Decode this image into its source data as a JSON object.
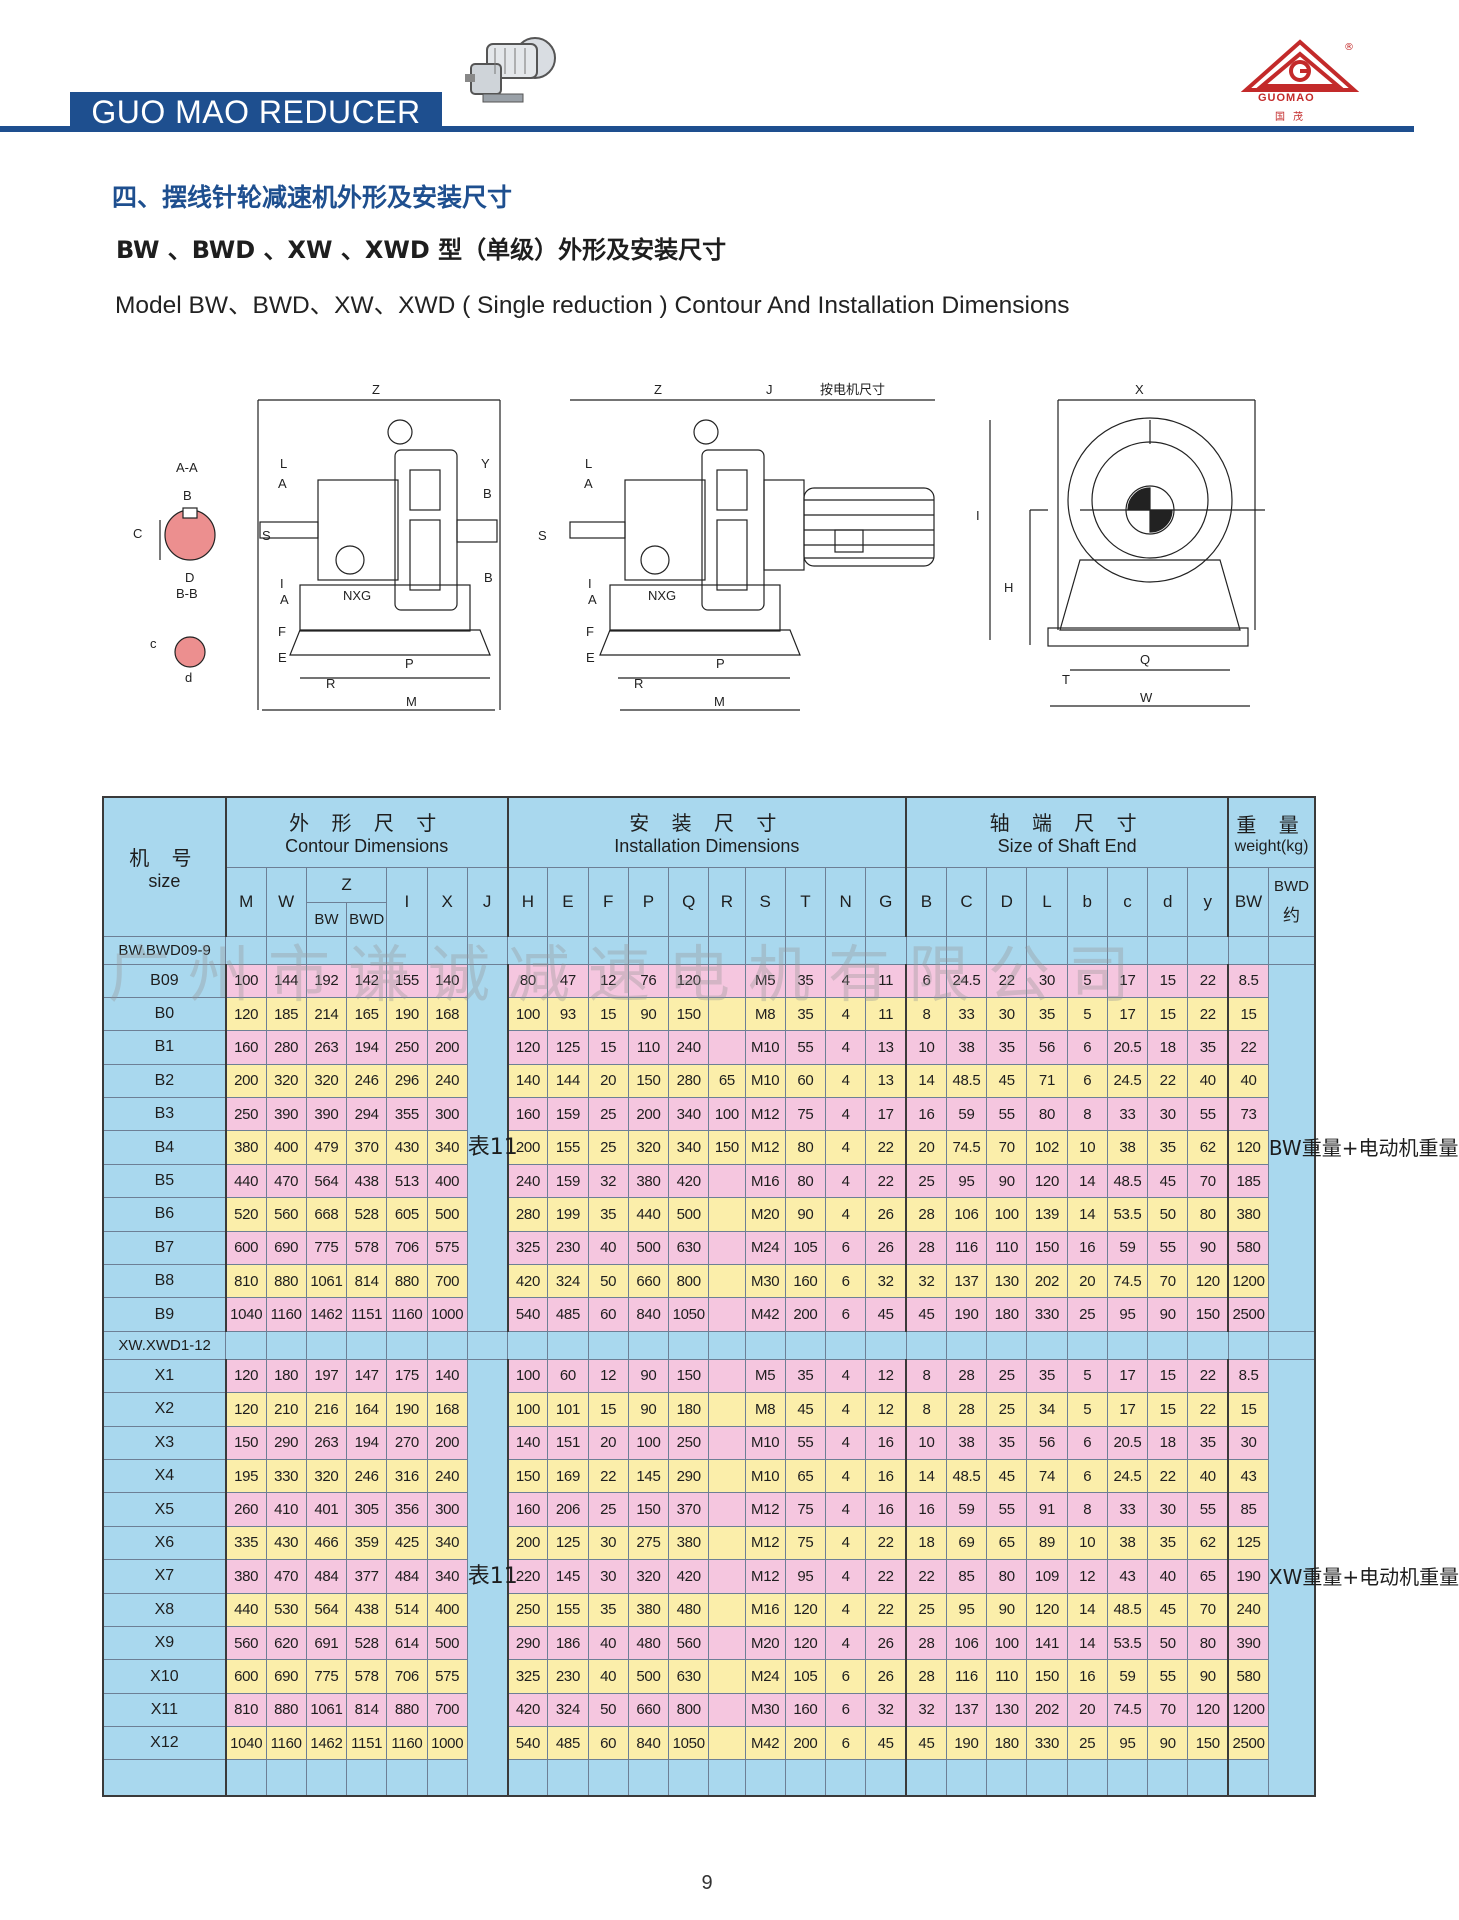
{
  "header": {
    "brand": "GUO MAO REDUCER",
    "logo_text": "GUOMAO",
    "logo_cn": "国茂",
    "registered_mark": "®"
  },
  "section_title": "四、摆线针轮减速机外形及安装尺寸",
  "subtitle_cn": "BW 、BWD 、XW 、XWD 型（单级）外形及安装尺寸",
  "subtitle_en": "Model BW、BWD、XW、XWD ( Single reduction ) Contour And Installation Dimensions",
  "drawing_labels": {
    "section_aa": "A-A",
    "section_bb": "B-B",
    "nxg": "NXG",
    "motor_note": "按电机尺寸",
    "z": "Z",
    "j": "J",
    "x": "X",
    "l": "L",
    "a": "A",
    "b": "B",
    "y": "Y",
    "c": "C",
    "d": "D",
    "s": "S",
    "i": "I",
    "f": "F",
    "e": "E",
    "r": "R",
    "p": "P",
    "m": "M",
    "h": "H",
    "t": "T",
    "q": "Q",
    "w": "W",
    "c_small": "c",
    "d_small": "d"
  },
  "table": {
    "size_header_cn": "机 号",
    "size_header_en": "size",
    "groups": [
      {
        "cn": "外 形 尺 寸",
        "en": "Contour Dimensions"
      },
      {
        "cn": "安 装 尺 寸",
        "en": "Installation Dimensions"
      },
      {
        "cn": "轴 端 尺 寸",
        "en": "Size of Shaft End"
      },
      {
        "cn": "重 量",
        "en": "weight(kg)"
      }
    ],
    "columns": {
      "contour": [
        "M",
        "W"
      ],
      "z": "Z",
      "z_sub": [
        "BW",
        "BWD"
      ],
      "contour_rest": [
        "I",
        "X",
        "J"
      ],
      "install": [
        "H",
        "E",
        "F",
        "P",
        "Q",
        "R",
        "S",
        "T",
        "N",
        "G"
      ],
      "shaft": [
        "B",
        "C",
        "D",
        "L",
        "b",
        "c",
        "d",
        "y"
      ],
      "weight": [
        "BW",
        "BWD\n约"
      ]
    },
    "j_note": "表11",
    "bw_note": "BW重量+电动机重量",
    "xw_note": "XW重量+电动机重量",
    "bw_group_label": "BW.BWD09-9",
    "xw_group_label": "XW.XWD1-12",
    "bw_rows": [
      [
        "B09",
        "100",
        "144",
        "192",
        "142",
        "155",
        "140",
        "80",
        "47",
        "12",
        "76",
        "120",
        "",
        "M5",
        "35",
        "4",
        "11",
        "6",
        "24.5",
        "22",
        "30",
        "5",
        "17",
        "15",
        "22",
        "8.5"
      ],
      [
        "B0",
        "120",
        "185",
        "214",
        "165",
        "190",
        "168",
        "100",
        "93",
        "15",
        "90",
        "150",
        "",
        "M8",
        "35",
        "4",
        "11",
        "8",
        "33",
        "30",
        "35",
        "5",
        "17",
        "15",
        "22",
        "15"
      ],
      [
        "B1",
        "160",
        "280",
        "263",
        "194",
        "250",
        "200",
        "120",
        "125",
        "15",
        "110",
        "240",
        "",
        "M10",
        "55",
        "4",
        "13",
        "10",
        "38",
        "35",
        "56",
        "6",
        "20.5",
        "18",
        "35",
        "22"
      ],
      [
        "B2",
        "200",
        "320",
        "320",
        "246",
        "296",
        "240",
        "140",
        "144",
        "20",
        "150",
        "280",
        "65",
        "M10",
        "60",
        "4",
        "13",
        "14",
        "48.5",
        "45",
        "71",
        "6",
        "24.5",
        "22",
        "40",
        "40"
      ],
      [
        "B3",
        "250",
        "390",
        "390",
        "294",
        "355",
        "300",
        "160",
        "159",
        "25",
        "200",
        "340",
        "100",
        "M12",
        "75",
        "4",
        "17",
        "16",
        "59",
        "55",
        "80",
        "8",
        "33",
        "30",
        "55",
        "73"
      ],
      [
        "B4",
        "380",
        "400",
        "479",
        "370",
        "430",
        "340",
        "200",
        "155",
        "25",
        "320",
        "340",
        "150",
        "M12",
        "80",
        "4",
        "22",
        "20",
        "74.5",
        "70",
        "102",
        "10",
        "38",
        "35",
        "62",
        "120"
      ],
      [
        "B5",
        "440",
        "470",
        "564",
        "438",
        "513",
        "400",
        "240",
        "159",
        "32",
        "380",
        "420",
        "",
        "M16",
        "80",
        "4",
        "22",
        "25",
        "95",
        "90",
        "120",
        "14",
        "48.5",
        "45",
        "70",
        "185"
      ],
      [
        "B6",
        "520",
        "560",
        "668",
        "528",
        "605",
        "500",
        "280",
        "199",
        "35",
        "440",
        "500",
        "",
        "M20",
        "90",
        "4",
        "26",
        "28",
        "106",
        "100",
        "139",
        "14",
        "53.5",
        "50",
        "80",
        "380"
      ],
      [
        "B7",
        "600",
        "690",
        "775",
        "578",
        "706",
        "575",
        "325",
        "230",
        "40",
        "500",
        "630",
        "",
        "M24",
        "105",
        "6",
        "26",
        "28",
        "116",
        "110",
        "150",
        "16",
        "59",
        "55",
        "90",
        "580"
      ],
      [
        "B8",
        "810",
        "880",
        "1061",
        "814",
        "880",
        "700",
        "420",
        "324",
        "50",
        "660",
        "800",
        "",
        "M30",
        "160",
        "6",
        "32",
        "32",
        "137",
        "130",
        "202",
        "20",
        "74.5",
        "70",
        "120",
        "1200"
      ],
      [
        "B9",
        "1040",
        "1160",
        "1462",
        "1151",
        "1160",
        "1000",
        "540",
        "485",
        "60",
        "840",
        "1050",
        "",
        "M42",
        "200",
        "6",
        "45",
        "45",
        "190",
        "180",
        "330",
        "25",
        "95",
        "90",
        "150",
        "2500"
      ]
    ],
    "xw_rows": [
      [
        "X1",
        "120",
        "180",
        "197",
        "147",
        "175",
        "140",
        "100",
        "60",
        "12",
        "90",
        "150",
        "",
        "M5",
        "35",
        "4",
        "12",
        "8",
        "28",
        "25",
        "35",
        "5",
        "17",
        "15",
        "22",
        "8.5"
      ],
      [
        "X2",
        "120",
        "210",
        "216",
        "164",
        "190",
        "168",
        "100",
        "101",
        "15",
        "90",
        "180",
        "",
        "M8",
        "45",
        "4",
        "12",
        "8",
        "28",
        "25",
        "34",
        "5",
        "17",
        "15",
        "22",
        "15"
      ],
      [
        "X3",
        "150",
        "290",
        "263",
        "194",
        "270",
        "200",
        "140",
        "151",
        "20",
        "100",
        "250",
        "",
        "M10",
        "55",
        "4",
        "16",
        "10",
        "38",
        "35",
        "56",
        "6",
        "20.5",
        "18",
        "35",
        "30"
      ],
      [
        "X4",
        "195",
        "330",
        "320",
        "246",
        "316",
        "240",
        "150",
        "169",
        "22",
        "145",
        "290",
        "",
        "M10",
        "65",
        "4",
        "16",
        "14",
        "48.5",
        "45",
        "74",
        "6",
        "24.5",
        "22",
        "40",
        "43"
      ],
      [
        "X5",
        "260",
        "410",
        "401",
        "305",
        "356",
        "300",
        "160",
        "206",
        "25",
        "150",
        "370",
        "",
        "M12",
        "75",
        "4",
        "16",
        "16",
        "59",
        "55",
        "91",
        "8",
        "33",
        "30",
        "55",
        "85"
      ],
      [
        "X6",
        "335",
        "430",
        "466",
        "359",
        "425",
        "340",
        "200",
        "125",
        "30",
        "275",
        "380",
        "",
        "M12",
        "75",
        "4",
        "22",
        "18",
        "69",
        "65",
        "89",
        "10",
        "38",
        "35",
        "62",
        "125"
      ],
      [
        "X7",
        "380",
        "470",
        "484",
        "377",
        "484",
        "340",
        "220",
        "145",
        "30",
        "320",
        "420",
        "",
        "M12",
        "95",
        "4",
        "22",
        "22",
        "85",
        "80",
        "109",
        "12",
        "43",
        "40",
        "65",
        "190"
      ],
      [
        "X8",
        "440",
        "530",
        "564",
        "438",
        "514",
        "400",
        "250",
        "155",
        "35",
        "380",
        "480",
        "",
        "M16",
        "120",
        "4",
        "22",
        "25",
        "95",
        "90",
        "120",
        "14",
        "48.5",
        "45",
        "70",
        "240"
      ],
      [
        "X9",
        "560",
        "620",
        "691",
        "528",
        "614",
        "500",
        "290",
        "186",
        "40",
        "480",
        "560",
        "",
        "M20",
        "120",
        "4",
        "26",
        "28",
        "106",
        "100",
        "141",
        "14",
        "53.5",
        "50",
        "80",
        "390"
      ],
      [
        "X10",
        "600",
        "690",
        "775",
        "578",
        "706",
        "575",
        "325",
        "230",
        "40",
        "500",
        "630",
        "",
        "M24",
        "105",
        "6",
        "26",
        "28",
        "116",
        "110",
        "150",
        "16",
        "59",
        "55",
        "90",
        "580"
      ],
      [
        "X11",
        "810",
        "880",
        "1061",
        "814",
        "880",
        "700",
        "420",
        "324",
        "50",
        "660",
        "800",
        "",
        "M30",
        "160",
        "6",
        "32",
        "32",
        "137",
        "130",
        "202",
        "20",
        "74.5",
        "70",
        "120",
        "1200"
      ],
      [
        "X12",
        "1040",
        "1160",
        "1462",
        "1151",
        "1160",
        "1000",
        "540",
        "485",
        "60",
        "840",
        "1050",
        "",
        "M42",
        "200",
        "6",
        "45",
        "45",
        "190",
        "180",
        "330",
        "25",
        "95",
        "90",
        "150",
        "2500"
      ]
    ]
  },
  "watermark": "广州市谦诚减速电机有限公司",
  "page_number": "9"
}
